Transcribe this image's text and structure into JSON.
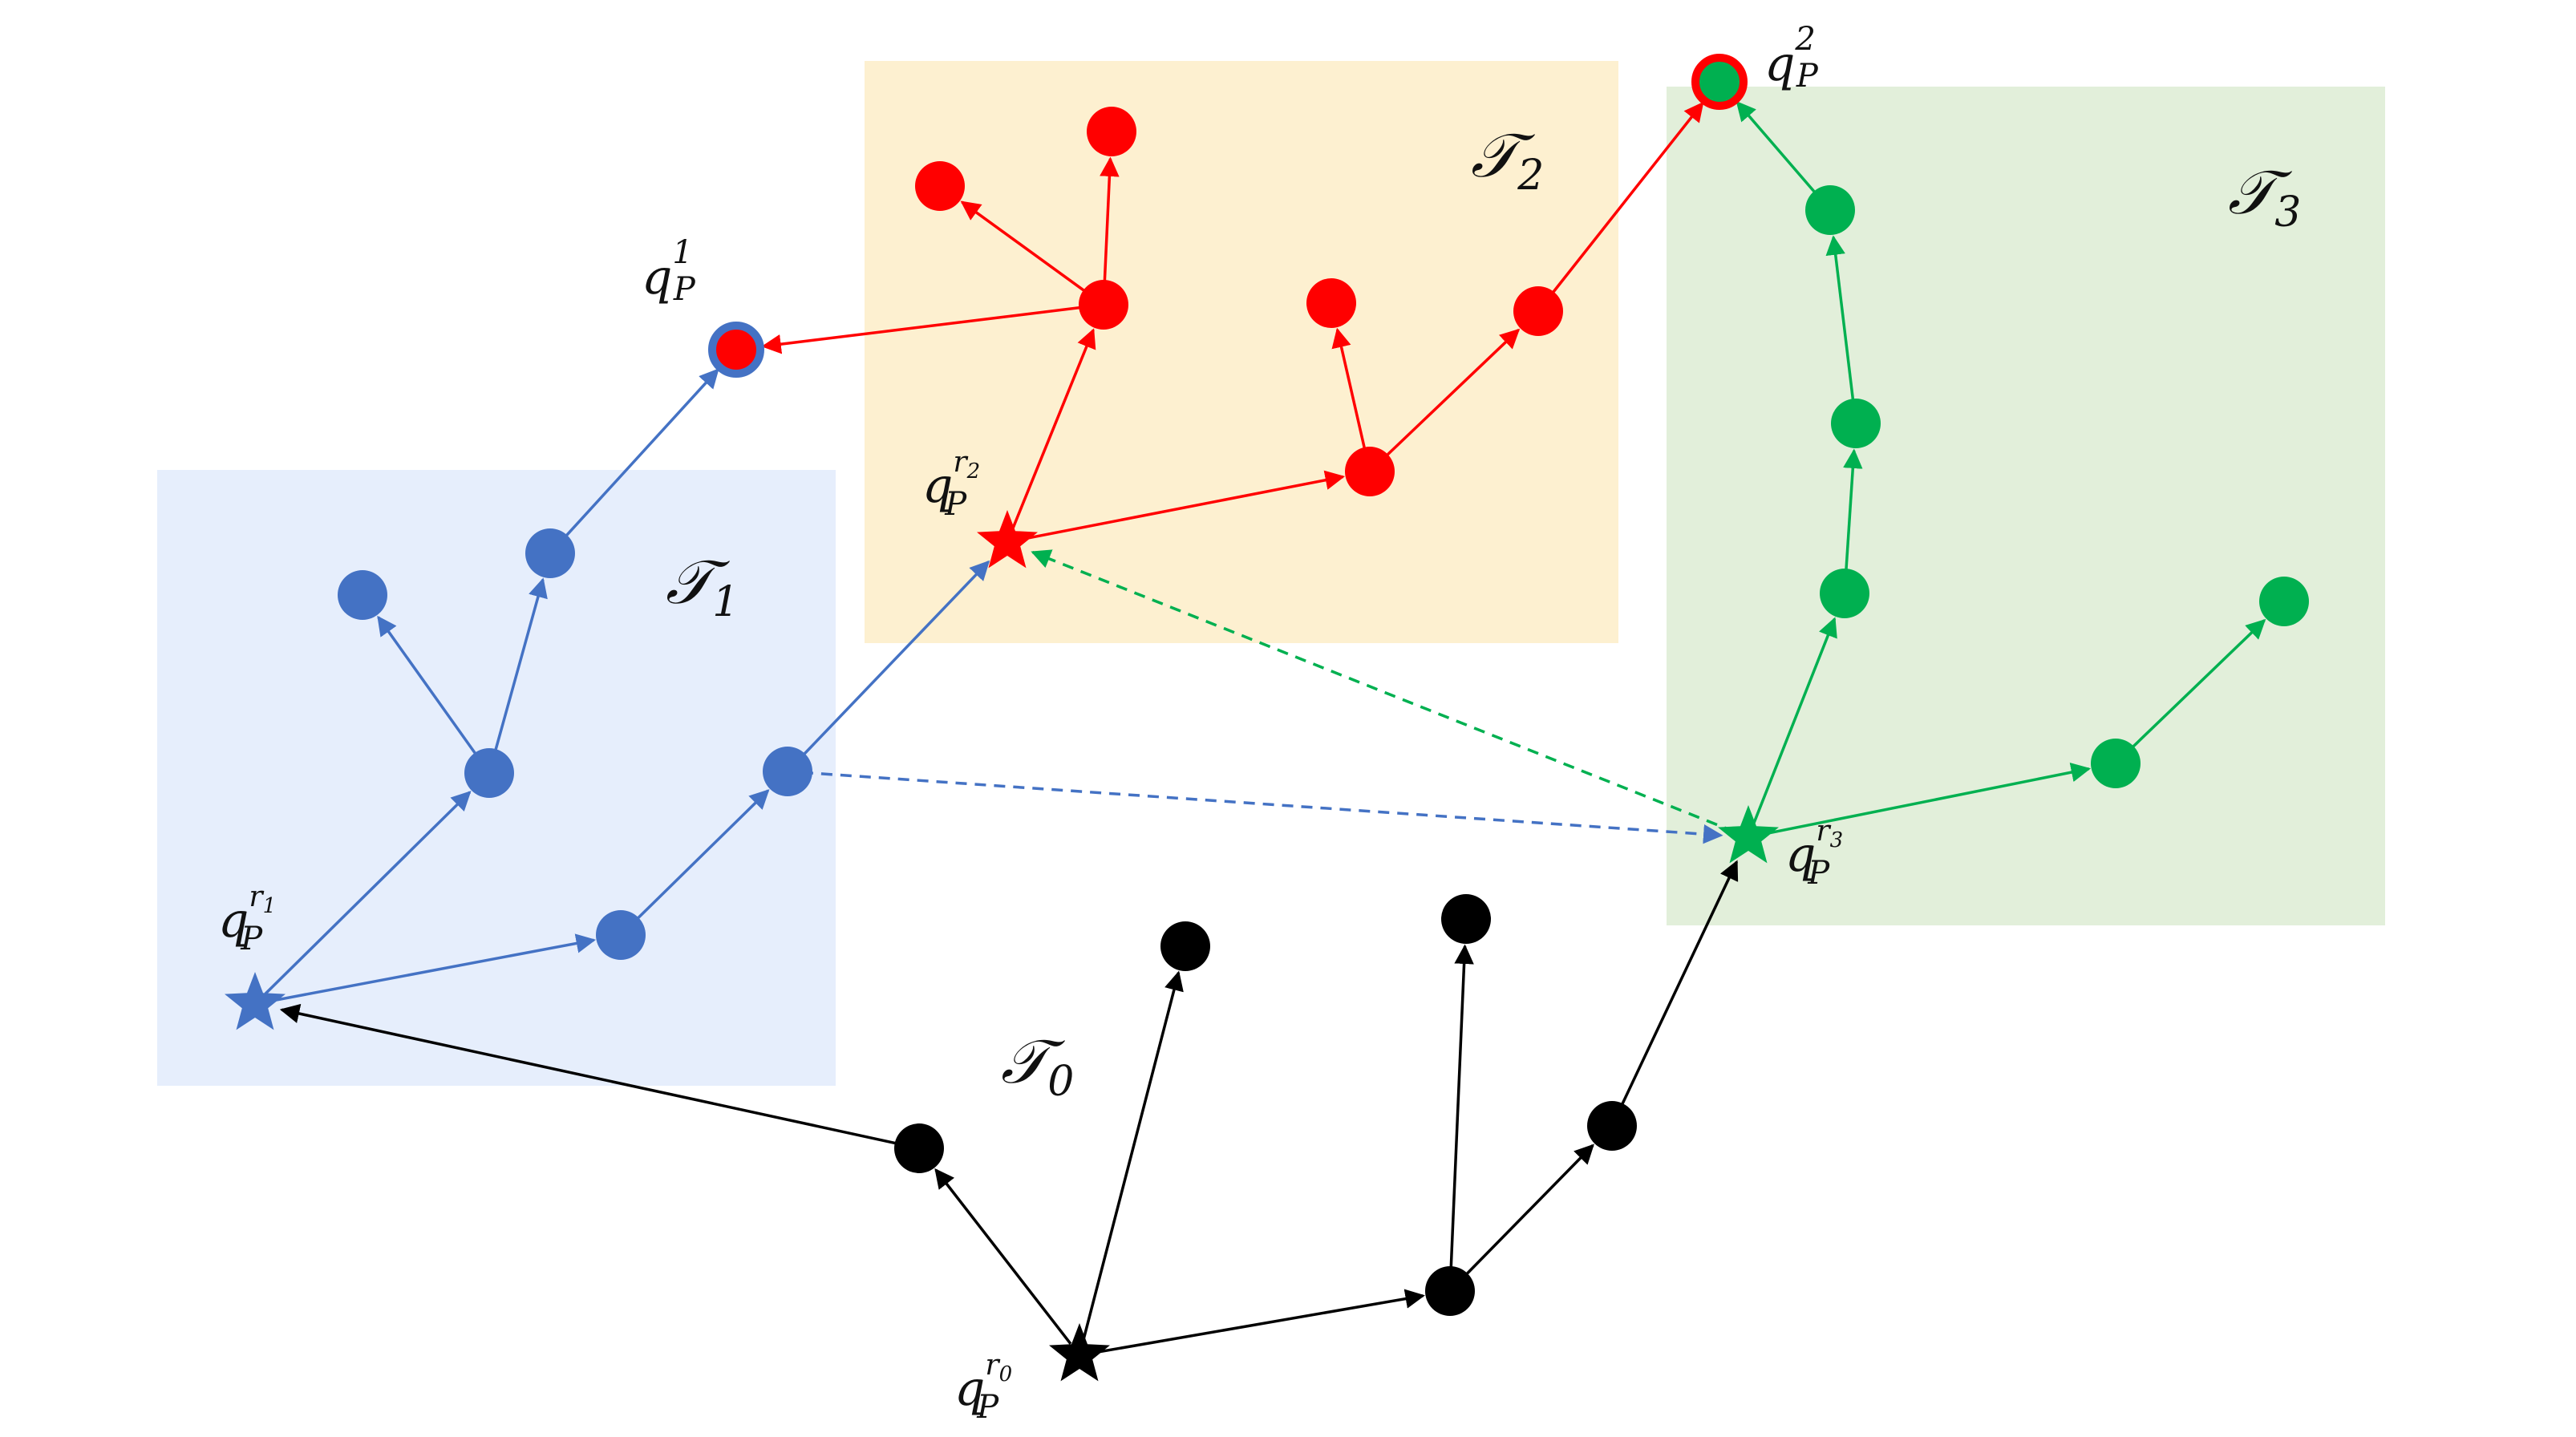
{
  "colors": {
    "black": "#000000",
    "blue": "#4472C4",
    "red": "#FF0000",
    "green": "#00B050",
    "region_blue": "#E6EEFC",
    "region_yellow": "#FDF0D0",
    "region_green": "#E2EFDA"
  },
  "regions": {
    "t1": {
      "symbol": "𝒯",
      "sub": "1"
    },
    "t2": {
      "symbol": "𝒯",
      "sub": "2"
    },
    "t3": {
      "symbol": "𝒯",
      "sub": "3"
    },
    "t0": {
      "symbol": "𝒯",
      "sub": "0"
    }
  },
  "labels": {
    "q_r0": {
      "base": "q",
      "sub": "P",
      "sup": "r",
      "supsub": "0"
    },
    "q_r1": {
      "base": "q",
      "sub": "P",
      "sup": "r",
      "supsub": "1"
    },
    "q_r2": {
      "base": "q",
      "sub": "P",
      "sup": "r",
      "supsub": "2"
    },
    "q_r3": {
      "base": "q",
      "sub": "P",
      "sup": "r",
      "supsub": "3"
    },
    "q_1": {
      "base": "q",
      "sub": "P",
      "sup": "1"
    },
    "q_2": {
      "base": "q",
      "sub": "P",
      "sup": "2"
    }
  }
}
